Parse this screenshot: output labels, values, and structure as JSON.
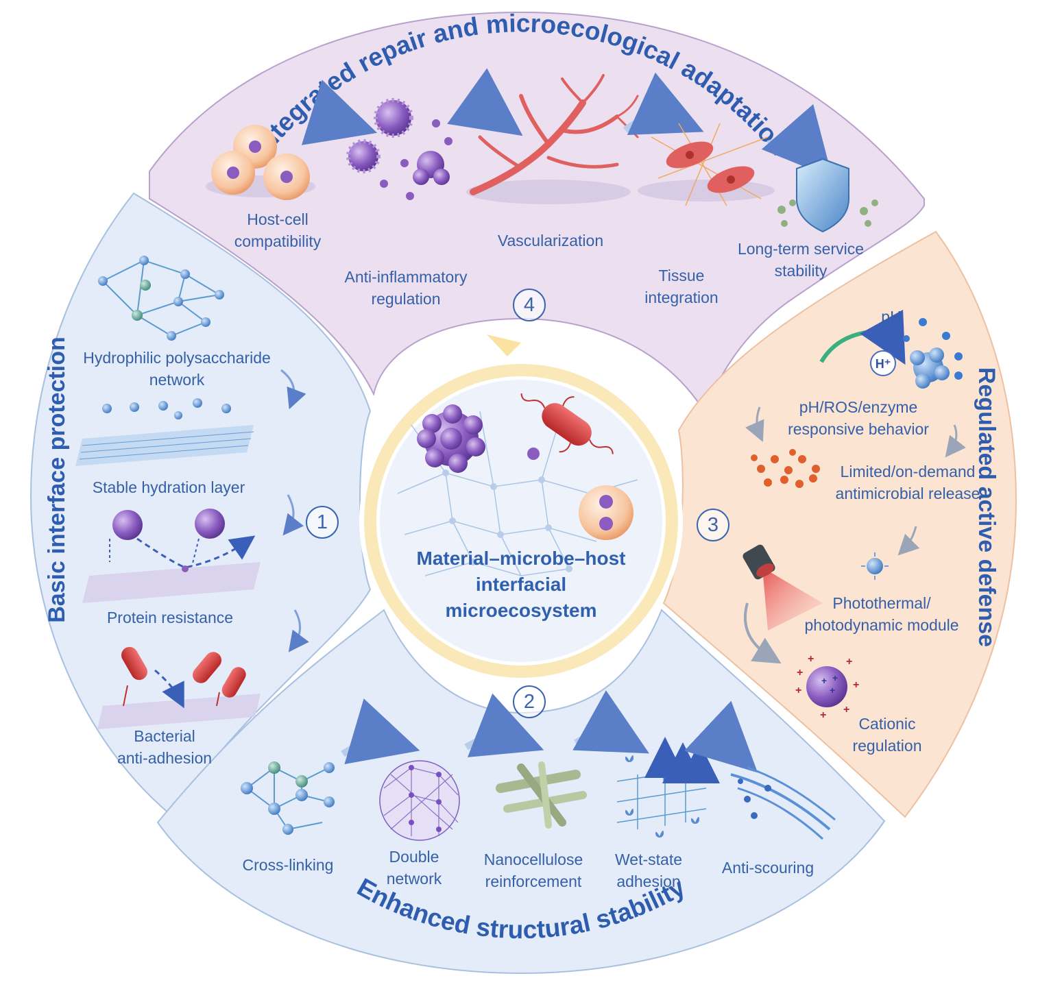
{
  "colors": {
    "text_blue": "#3560a8",
    "title_blue": "#2e5cae",
    "sector_top": "#ece0f0",
    "sector_left": "#e3ecf8",
    "sector_bottom": "#e3ecf8",
    "sector_right": "#fbe4d2",
    "center_ring": "#fbe8b8",
    "bacterium_red": "#d63a3a",
    "protein_purple": "#8a5cc0"
  },
  "center": {
    "line1": "Material–microbe–host",
    "line2": "interfacial",
    "line3": "microecosystem"
  },
  "sectors": {
    "top": {
      "title": "Integrated repair and microecological adaptation",
      "number": "4",
      "items": [
        {
          "line1": "Host-cell",
          "line2": "compatibility"
        },
        {
          "line1": "Anti-inflammatory",
          "line2": "regulation"
        },
        {
          "line1": "Vascularization",
          "line2": ""
        },
        {
          "line1": "Tissue",
          "line2": "integration"
        },
        {
          "line1": "Long-term service",
          "line2": "stability"
        }
      ]
    },
    "left": {
      "title": "Basic interface protection",
      "number": "1",
      "items": [
        {
          "line1": "Hydrophilic polysaccharide",
          "line2": "network"
        },
        {
          "line1": "Stable hydration layer",
          "line2": ""
        },
        {
          "line1": "Protein resistance",
          "line2": ""
        },
        {
          "line1": "Bacterial",
          "line2": "anti-adhesion"
        }
      ]
    },
    "bottom": {
      "title": "Enhanced structural stability",
      "number": "2",
      "items": [
        {
          "line1": "Cross-linking",
          "line2": ""
        },
        {
          "line1": "Double",
          "line2": "network"
        },
        {
          "line1": "Nanocellulose",
          "line2": "reinforcement"
        },
        {
          "line1": "Wet-state",
          "line2": "adhesion"
        },
        {
          "line1": "Anti-scouring",
          "line2": ""
        }
      ]
    },
    "right": {
      "title": "Regulated active defense",
      "number": "3",
      "ph_label": "pH",
      "h_label": "H⁺",
      "items": [
        {
          "line1": "pH/ROS/enzyme",
          "line2": "responsive behavior"
        },
        {
          "line1": "Limited/on-demand",
          "line2": "antimicrobial release"
        },
        {
          "line1": "Photothermal/",
          "line2": "photodynamic module"
        },
        {
          "line1": "Cationic",
          "line2": "regulation"
        }
      ]
    }
  }
}
